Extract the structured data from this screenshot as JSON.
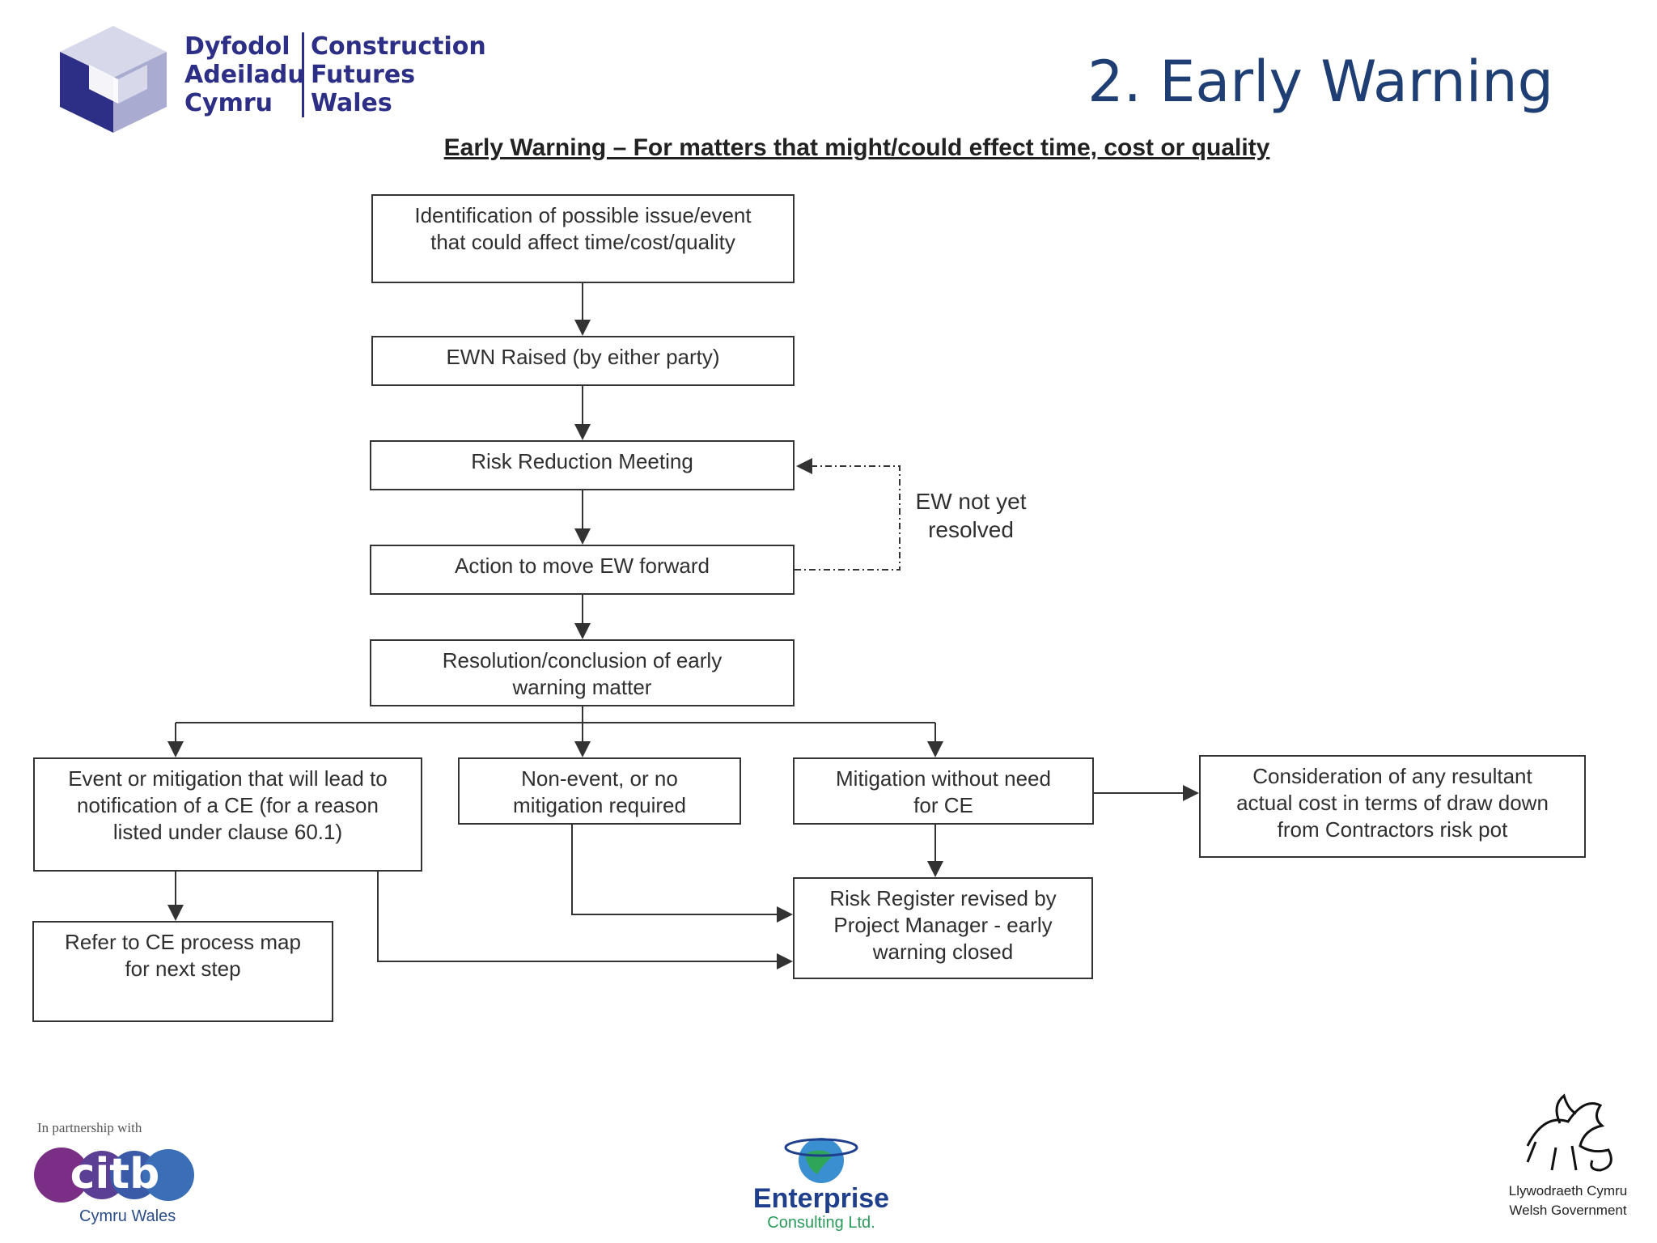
{
  "header": {
    "logo": {
      "welsh_lines": [
        "Dyfodol",
        "Adeiladu",
        "Cymru"
      ],
      "english_lines": [
        "Construction",
        "Futures",
        "Wales"
      ],
      "color": "#2d2f86"
    },
    "slide_title": "2. Early Warning"
  },
  "diagram": {
    "title": "Early Warning – For matters that might/could effect time, cost or quality",
    "nodes": {
      "identify": [
        "Identification of possible issue/event",
        "that could affect time/cost/quality"
      ],
      "ewn_raised": [
        "EWN Raised (by either party)"
      ],
      "risk_meeting": [
        "Risk Reduction Meeting"
      ],
      "action": [
        "Action to move EW forward"
      ],
      "resolution": [
        "Resolution/conclusion of early",
        "warning matter"
      ],
      "event_ce": [
        "Event or mitigation that will lead to",
        "notification of a CE (for a reason",
        "listed under clause 60.1)"
      ],
      "non_event": [
        "Non-event, or no",
        "mitigation required"
      ],
      "mitigation": [
        "Mitigation without need",
        "for CE"
      ],
      "consideration": [
        "Consideration of any resultant",
        "actual cost in terms of draw down",
        "from Contractors risk pot"
      ],
      "refer_ce": [
        "Refer to CE process map",
        "for next step"
      ],
      "risk_register": [
        "Risk Register revised by",
        "Project Manager - early",
        "warning closed"
      ]
    },
    "loop_note": [
      "EW not yet",
      "resolved"
    ]
  },
  "footer": {
    "citb": {
      "caption": "In partnership with",
      "mark": "citb",
      "sub": "Cymru  Wales",
      "colors": [
        "#7b2e86",
        "#3a5aa8"
      ]
    },
    "enterprise": {
      "name": "Enterprise",
      "sub": "Consulting Ltd."
    },
    "welsh_government": {
      "line1": "Llywodraeth Cymru",
      "line2": "Welsh Government"
    }
  }
}
